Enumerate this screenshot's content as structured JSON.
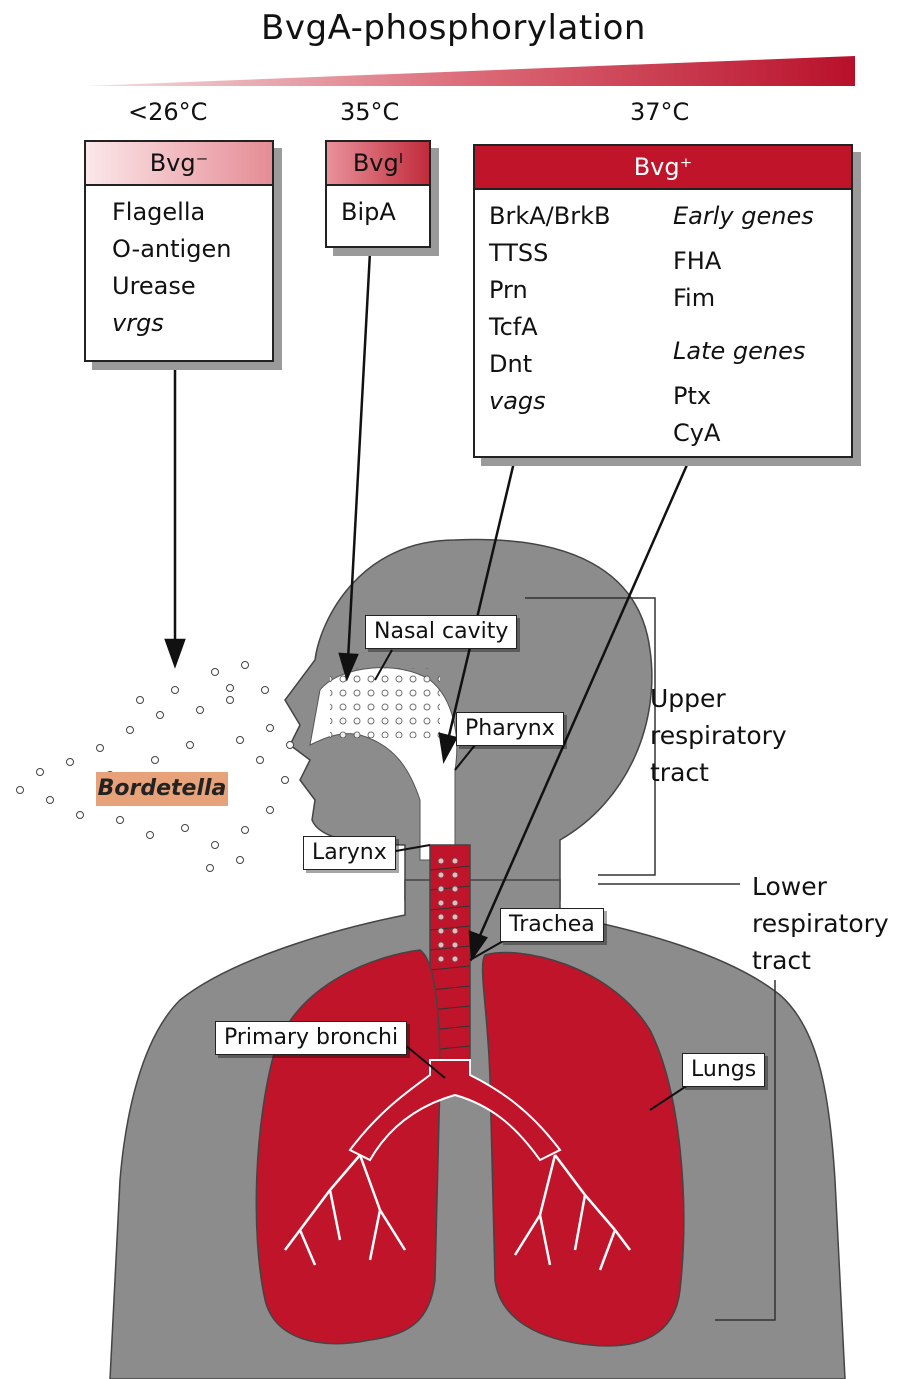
{
  "title": "BvgA-phosphorylation",
  "temperatures": [
    "<26°C",
    "35°C",
    "37°C"
  ],
  "boxes": {
    "minus": {
      "header": "Bvg⁻",
      "items": [
        "Flagella",
        "O-antigen",
        "Urease"
      ],
      "italic_item": "vrgs"
    },
    "intermediate": {
      "header": "Bvgᴵ",
      "items": [
        "BipA"
      ]
    },
    "plus": {
      "header": "Bvg⁺",
      "left_items": [
        "BrkA/BrkB",
        "TTSS",
        "Prn",
        "TcfA",
        "Dnt"
      ],
      "left_italic": "vags",
      "early_label": "Early genes",
      "early_items": [
        "FHA",
        "Fim"
      ],
      "late_label": "Late genes",
      "late_items": [
        "Ptx",
        "CyA"
      ]
    }
  },
  "anatomy_labels": {
    "nasal_cavity": "Nasal cavity",
    "pharynx": "Pharynx",
    "larynx": "Larynx",
    "trachea": "Trachea",
    "primary_bronchi": "Primary bronchi",
    "lungs": "Lungs"
  },
  "bacteria_label": "Bordetella",
  "regions": {
    "upper": [
      "Upper",
      "respiratory",
      "tract"
    ],
    "lower": [
      "Lower",
      "respiratory",
      "tract"
    ]
  },
  "colors": {
    "body": "#8c8c8c",
    "lung": "#c0142a",
    "header_minus": "#e9a0a6",
    "header_int": "#c94452",
    "header_plus": "#c0142a",
    "bordetella_bg": "#e8a27a"
  }
}
